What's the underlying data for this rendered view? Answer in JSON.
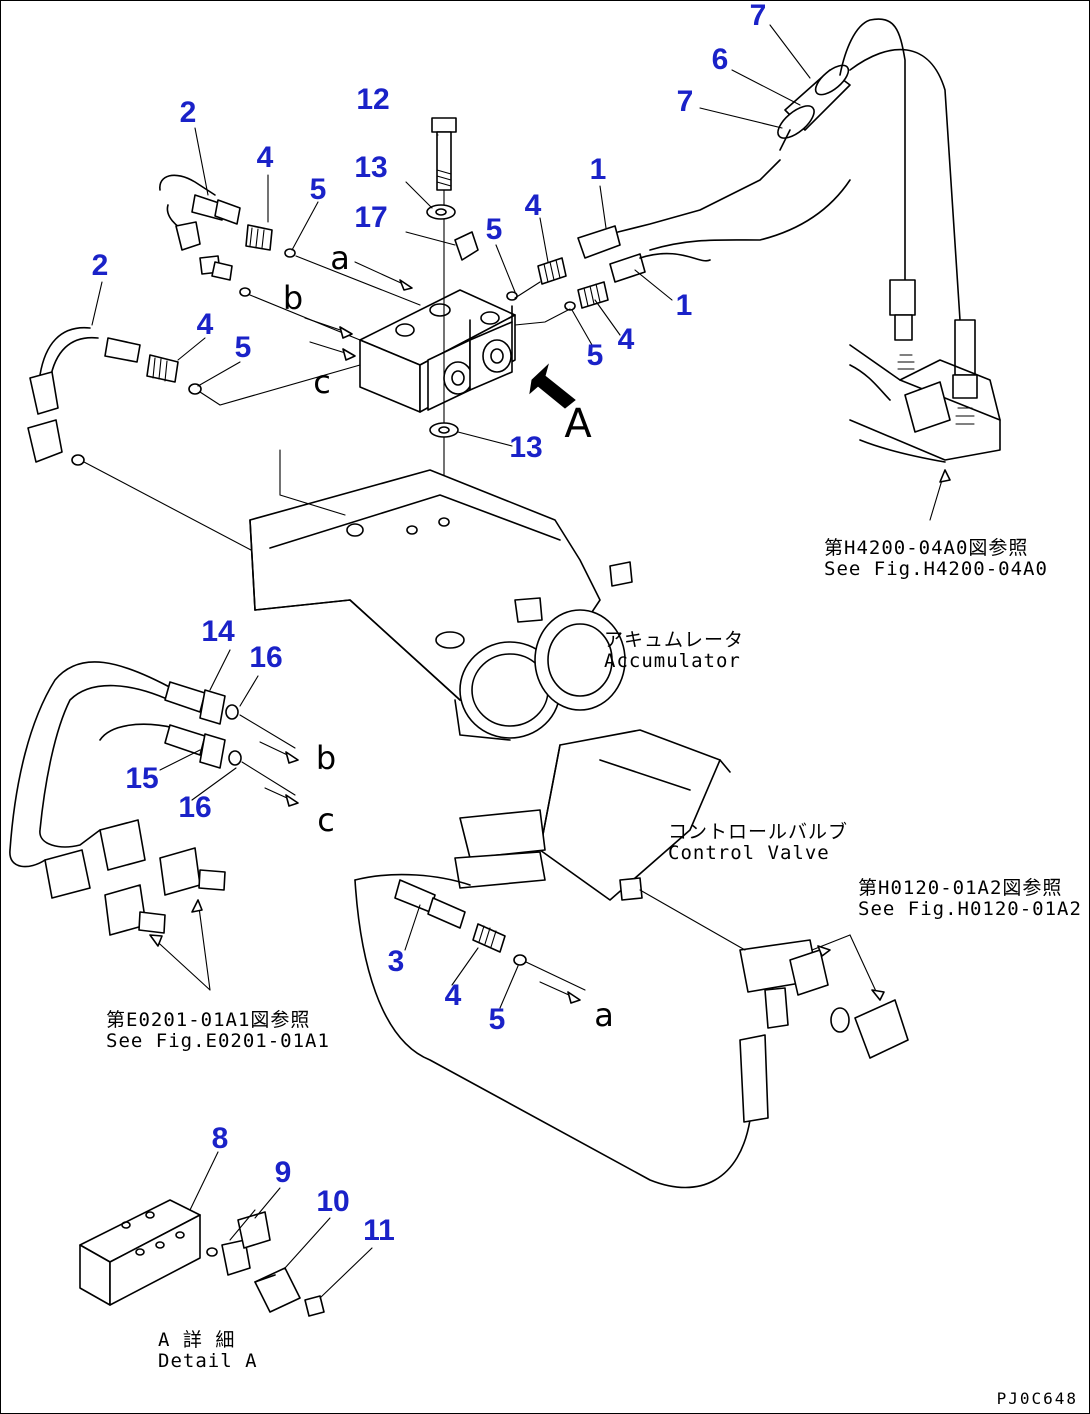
{
  "callouts": [
    {
      "id": "c1a",
      "text": "1"
    },
    {
      "id": "c1b",
      "text": "1"
    },
    {
      "id": "c2a",
      "text": "2"
    },
    {
      "id": "c2b",
      "text": "2"
    },
    {
      "id": "c3",
      "text": "3"
    },
    {
      "id": "c4a",
      "text": "4"
    },
    {
      "id": "c4b",
      "text": "4"
    },
    {
      "id": "c4c",
      "text": "4"
    },
    {
      "id": "c4d",
      "text": "4"
    },
    {
      "id": "c4e",
      "text": "4"
    },
    {
      "id": "c5a",
      "text": "5"
    },
    {
      "id": "c5b",
      "text": "5"
    },
    {
      "id": "c5c",
      "text": "5"
    },
    {
      "id": "c5d",
      "text": "5"
    },
    {
      "id": "c5e",
      "text": "5"
    },
    {
      "id": "c6",
      "text": "6"
    },
    {
      "id": "c7a",
      "text": "7"
    },
    {
      "id": "c7b",
      "text": "7"
    },
    {
      "id": "c8",
      "text": "8"
    },
    {
      "id": "c9",
      "text": "9"
    },
    {
      "id": "c10",
      "text": "10"
    },
    {
      "id": "c11",
      "text": "11"
    },
    {
      "id": "c12",
      "text": "12"
    },
    {
      "id": "c13a",
      "text": "13"
    },
    {
      "id": "c13b",
      "text": "13"
    },
    {
      "id": "c14",
      "text": "14"
    },
    {
      "id": "c15",
      "text": "15"
    },
    {
      "id": "c16a",
      "text": "16"
    },
    {
      "id": "c16b",
      "text": "16"
    },
    {
      "id": "c17",
      "text": "17"
    }
  ],
  "letters": [
    {
      "id": "la1",
      "text": "a"
    },
    {
      "id": "lb1",
      "text": "b"
    },
    {
      "id": "lc1",
      "text": "c"
    },
    {
      "id": "lb2",
      "text": "b"
    },
    {
      "id": "lc2",
      "text": "c"
    },
    {
      "id": "la2",
      "text": "a"
    },
    {
      "id": "lA",
      "text": "A"
    }
  ],
  "labels": {
    "ref_h4200_jp": "第H4200-04A0図参照",
    "ref_h4200_en": "See Fig.H4200-04A0",
    "accumulator_jp": "アキュムレータ",
    "accumulator_en": "Accumulator",
    "control_valve_jp": "コントロールバルブ",
    "control_valve_en": "Control Valve",
    "ref_h0120_jp": "第H0120-01A2図参照",
    "ref_h0120_en": "See Fig.H0120-01A2",
    "ref_e0201_jp": "第E0201-01A1図参照",
    "ref_e0201_en": "See Fig.E0201-01A1",
    "detail_jp": "A 詳 細",
    "detail_en": "Detail A"
  },
  "drawing_code": "PJ0C648",
  "colors": {
    "callout": "#1a22c8",
    "line": "#000000",
    "background": "#ffffff"
  }
}
